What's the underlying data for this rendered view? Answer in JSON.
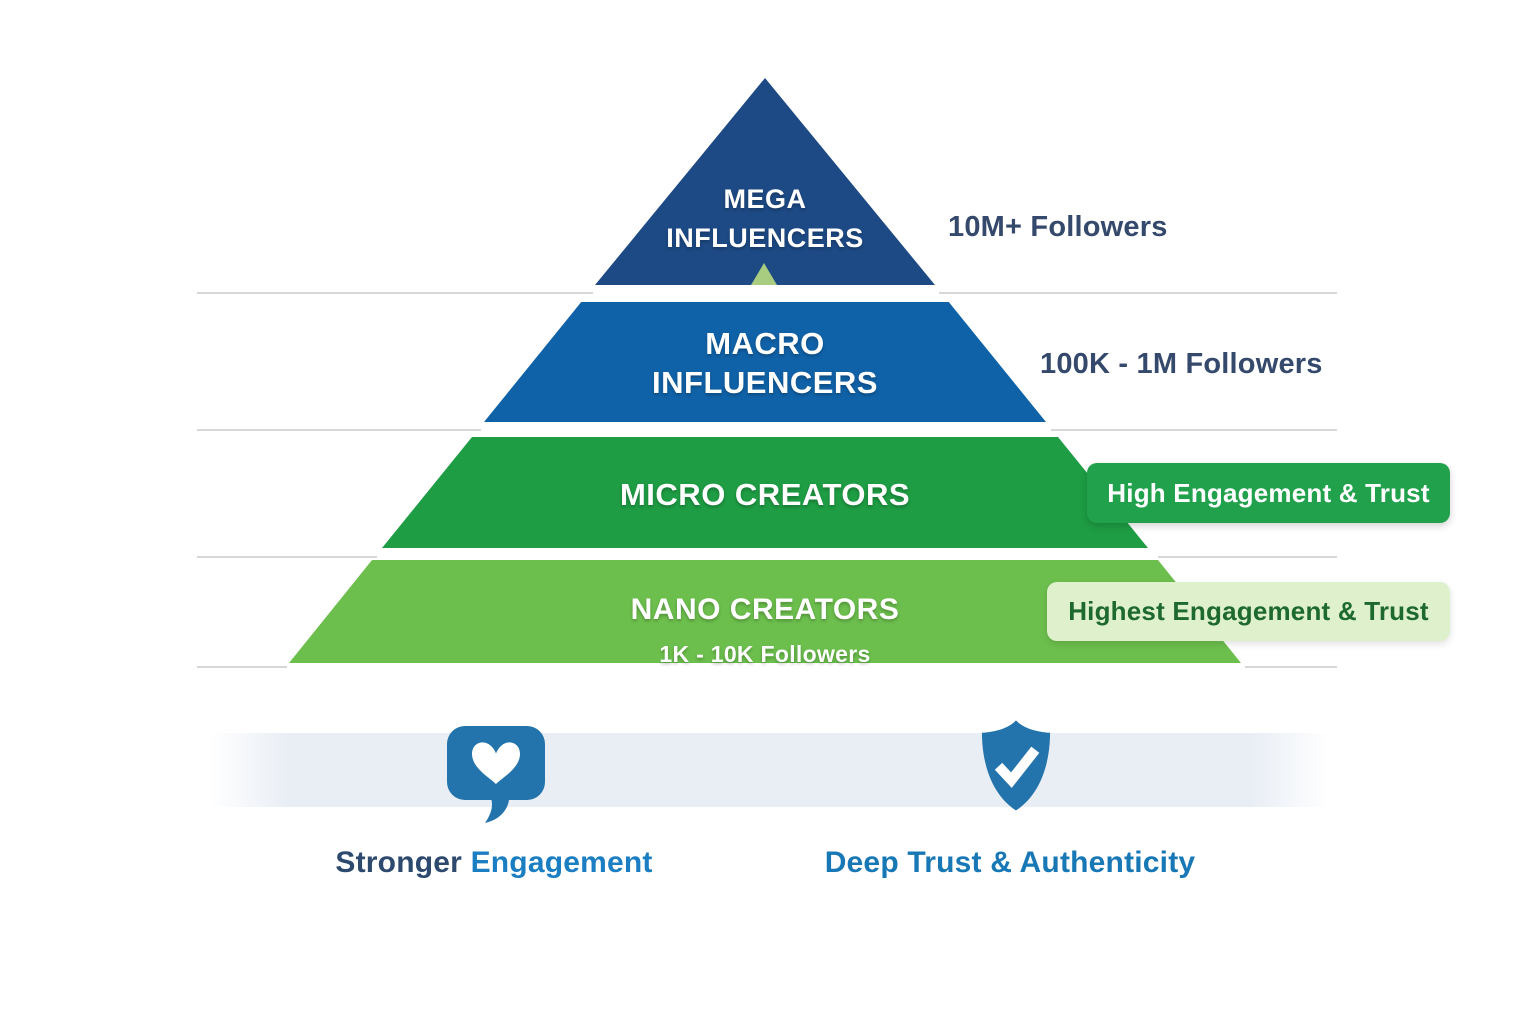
{
  "diagram_title": "Influencer tiers pyramid",
  "pyramid": {
    "tiers": [
      {
        "id": "mega",
        "label_line1": "MEGA",
        "label_line2": "INFLUENCERS",
        "color": "#1d4a85",
        "annotation": "10M+ Followers"
      },
      {
        "id": "macro",
        "label_line1": "MACRO",
        "label_line2": "INFLUENCERS",
        "color": "#1062a8",
        "annotation": "100K - 1M Followers"
      },
      {
        "id": "micro",
        "label": "MICRO CREATORS",
        "color": "#1e9d44",
        "badge": "High Engagement & Trust"
      },
      {
        "id": "nano",
        "label": "NANO CREATORS",
        "sublabel": "1K - 10K Followers",
        "color": "#6cbf4d",
        "badge": "Highest Engagement & Trust"
      }
    ],
    "apex_marker_color": "#a8cc80"
  },
  "badges": {
    "high": {
      "label": "High Engagement & Trust",
      "bg": "#22a14c",
      "fg": "#ffffff"
    },
    "highest": {
      "label": "Highest Engagement & Trust",
      "bg": "#def0cc",
      "fg": "#1d692e"
    }
  },
  "annotations": {
    "mega_followers": "10M+ Followers",
    "macro_followers": "100K - 1M Followers",
    "text_color": "#34496b"
  },
  "footer": {
    "engagement": {
      "icon": "heart-speech-bubble-icon",
      "word1": "Stronger",
      "word2": "Engagement",
      "word1_color": "#2d4a6e",
      "word2_color": "#1b7ec2"
    },
    "trust": {
      "icon": "shield-check-icon",
      "label": "Deep Trust & Authenticity",
      "color": "#1878b6"
    },
    "icon_color": "#2374ad",
    "band_color": "#e9eef5"
  },
  "colors": {
    "background": "#ffffff",
    "divider_lines": "#d7d7d7"
  }
}
